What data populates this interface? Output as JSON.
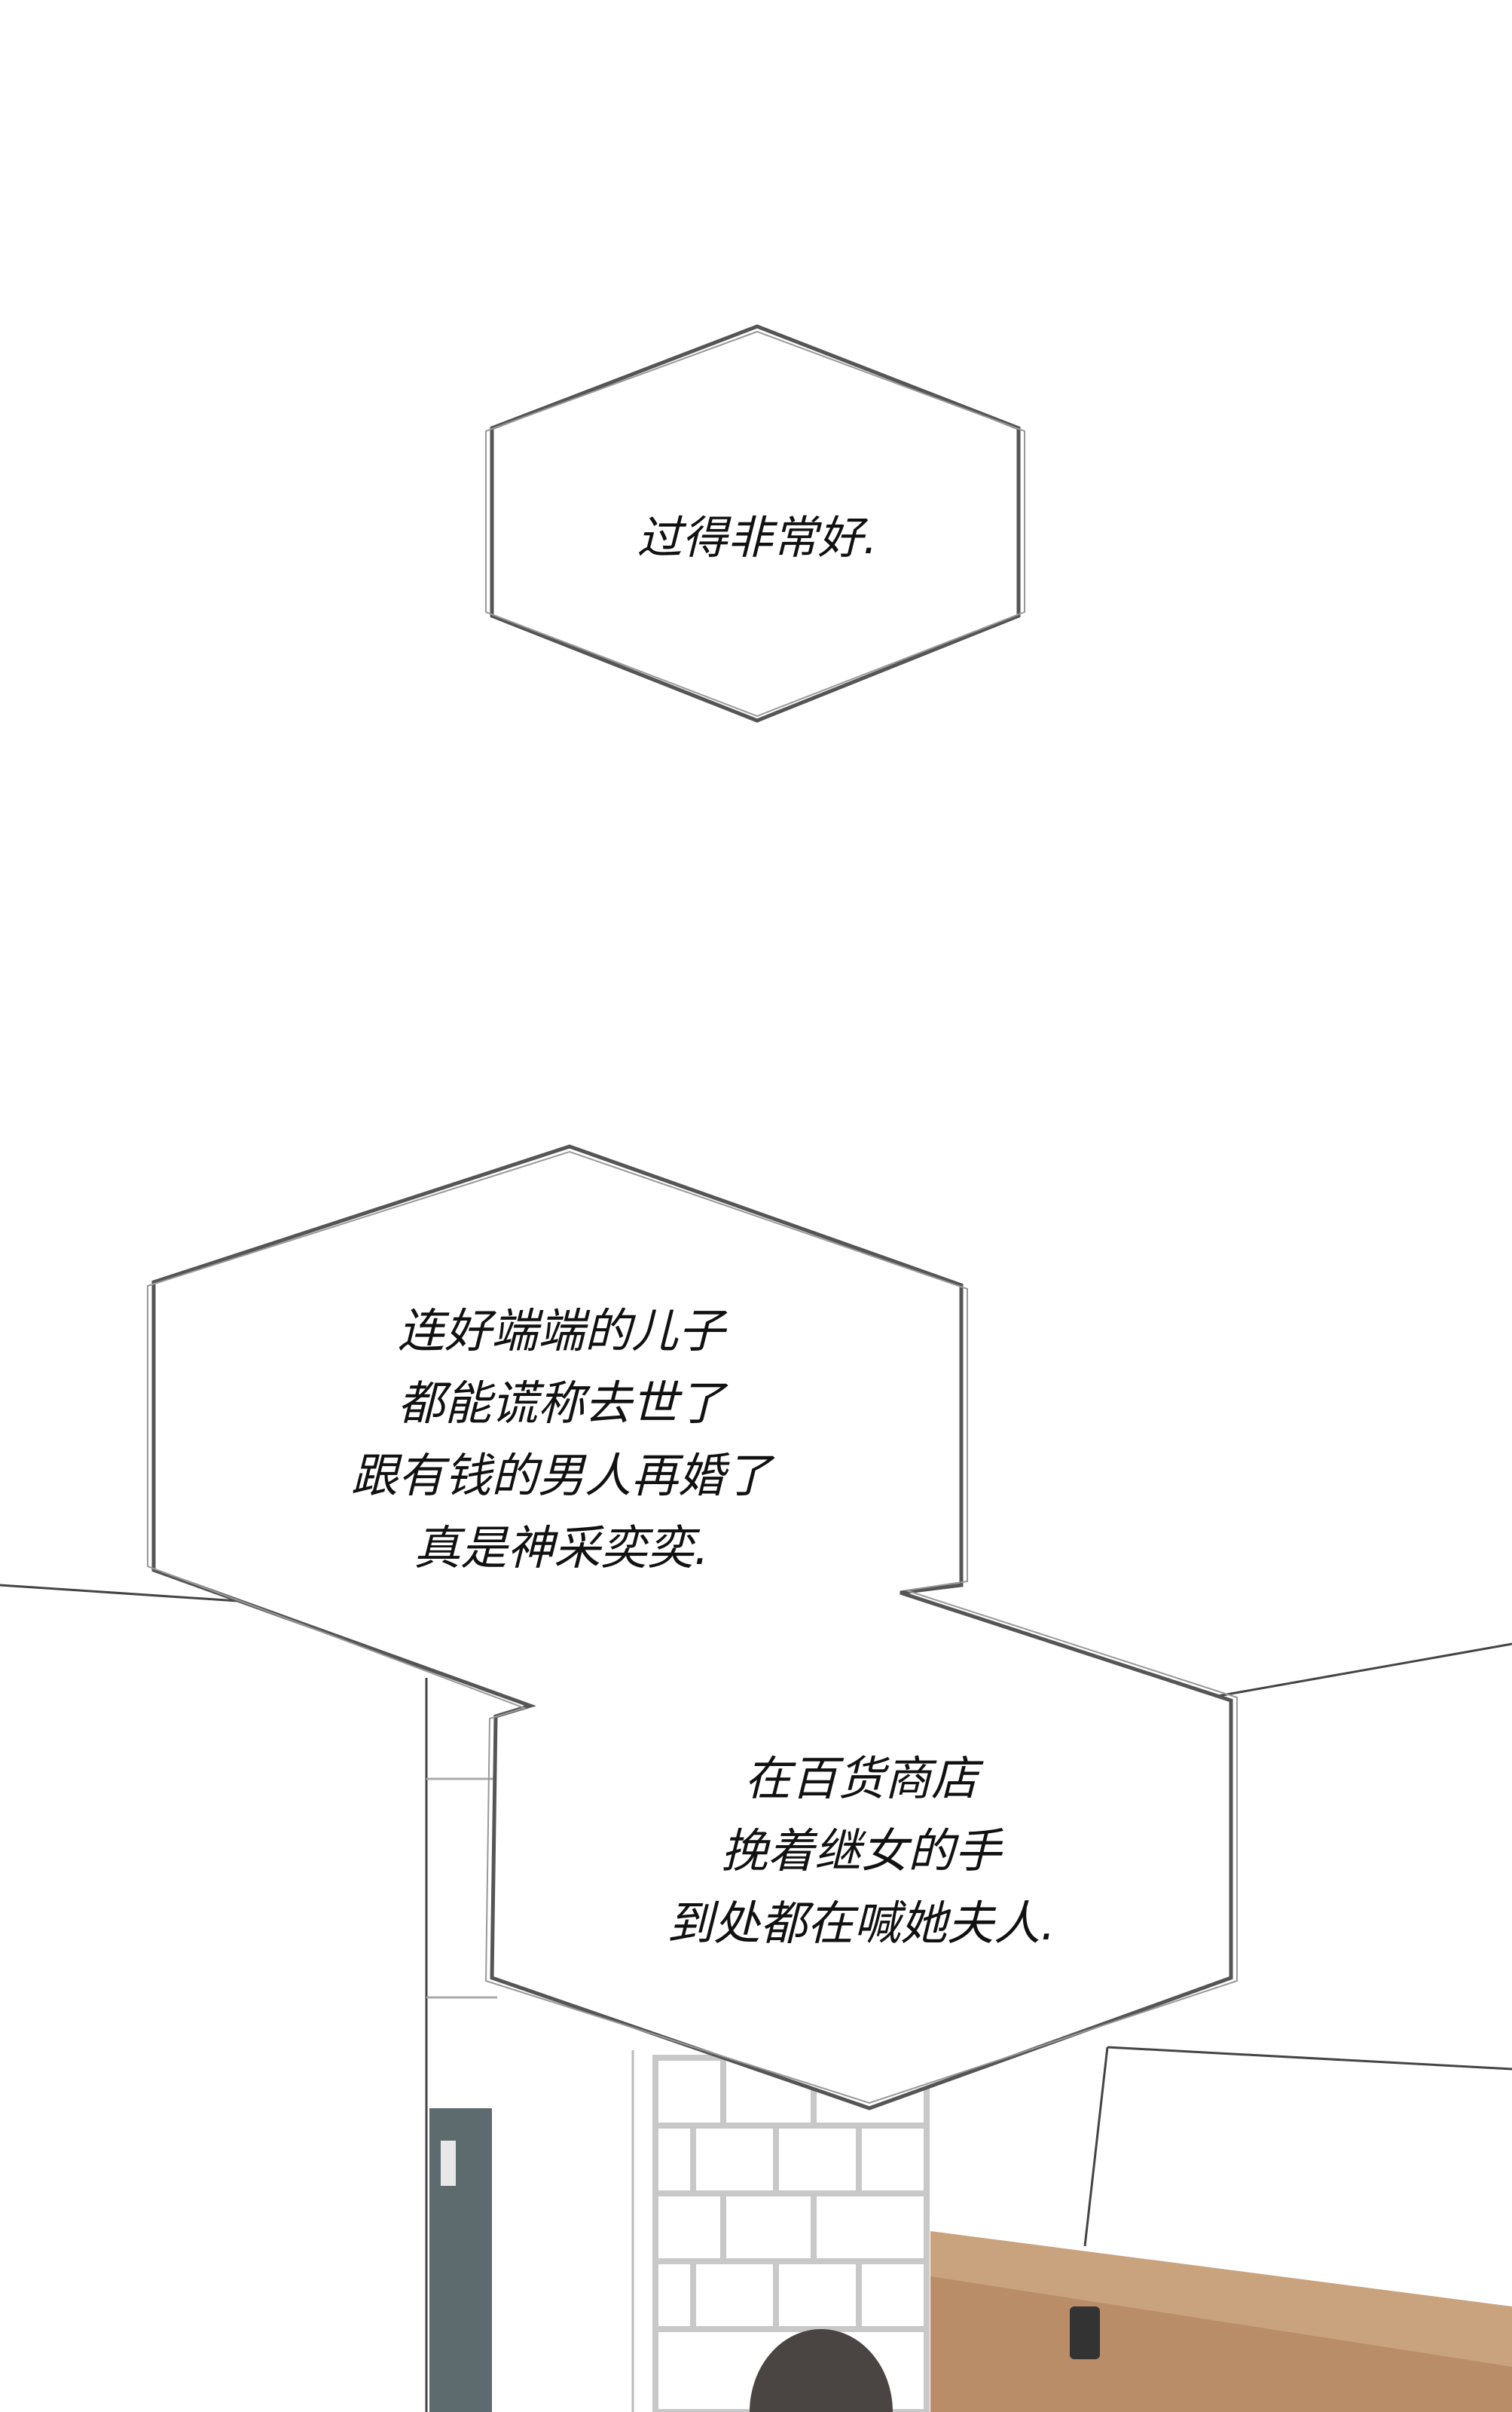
{
  "bubbles": [
    {
      "lines": [
        "过得非常好."
      ]
    },
    {
      "lines": [
        "连好端端的儿子",
        "都能谎称去世了",
        "跟有钱的男人再婚了",
        "真是神采奕奕."
      ]
    },
    {
      "lines": [
        "在百货商店",
        "挽着继女的手",
        "到处都在喊她夫人."
      ]
    }
  ],
  "colors": {
    "bubble_stroke": "#555555",
    "wood": "#c9a27e",
    "door": "#5e6b6e",
    "hair": "#4a4542"
  }
}
